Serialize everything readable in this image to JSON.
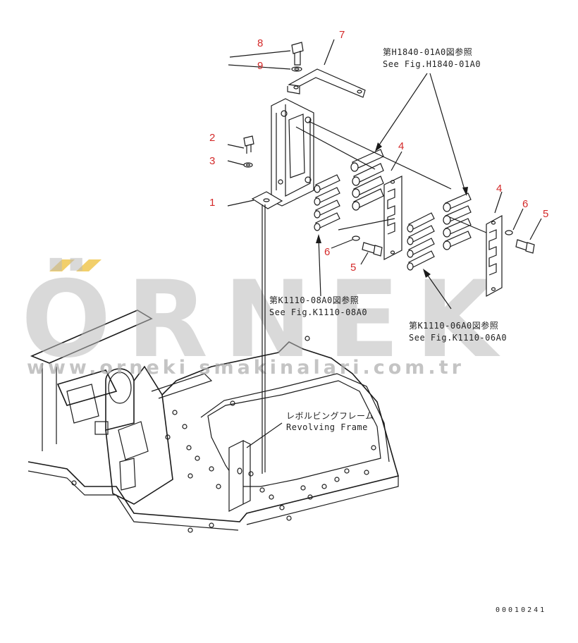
{
  "callouts": [
    {
      "id": "8",
      "text": "8"
    },
    {
      "id": "9",
      "text": "9"
    },
    {
      "id": "7",
      "text": "7"
    },
    {
      "id": "2",
      "text": "2"
    },
    {
      "id": "3",
      "text": "3"
    },
    {
      "id": "1",
      "text": "1"
    },
    {
      "id": "4a",
      "text": "4"
    },
    {
      "id": "4b",
      "text": "4"
    },
    {
      "id": "6a",
      "text": "6"
    },
    {
      "id": "5a",
      "text": "5"
    },
    {
      "id": "6b",
      "text": "6"
    },
    {
      "id": "5b",
      "text": "5"
    }
  ],
  "refs": {
    "h1840_jp": "第H1840-01A0図参照",
    "h1840_en": "See Fig.H1840-01A0",
    "k1110_08_jp": "第K1110-08A0図参照",
    "k1110_08_en": "See Fig.K1110-08A0",
    "k1110_06_jp": "第K1110-06A0図参照",
    "k1110_06_en": "See Fig.K1110-06A0",
    "frame_jp": "レボルビングフレーム",
    "frame_en": "Revolving Frame"
  },
  "drawing_code": "00010241",
  "watermark": {
    "brand": "ÖRNEK",
    "url": "www.orneki smakinalari.com.tr",
    "accent_color": "#f2cf6b",
    "text_color": "#b9b9b9"
  }
}
